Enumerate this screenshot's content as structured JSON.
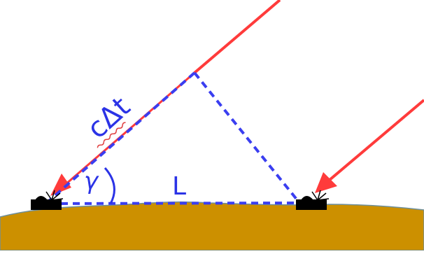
{
  "labels": {
    "distance": "cΔt",
    "angle": "γ",
    "baseline": "L"
  },
  "colors": {
    "ray": "#ff3b3b",
    "construction": "#3a3ef0",
    "label": "#2b33e6",
    "ground_fill": "#cc9000",
    "ground_edge": "#6e8f9b",
    "detector": "#000000",
    "background": "#ffffff",
    "spellcheck_underline": "#e04040"
  },
  "icons": [
    "detector-left-icon",
    "detector-right-icon"
  ]
}
